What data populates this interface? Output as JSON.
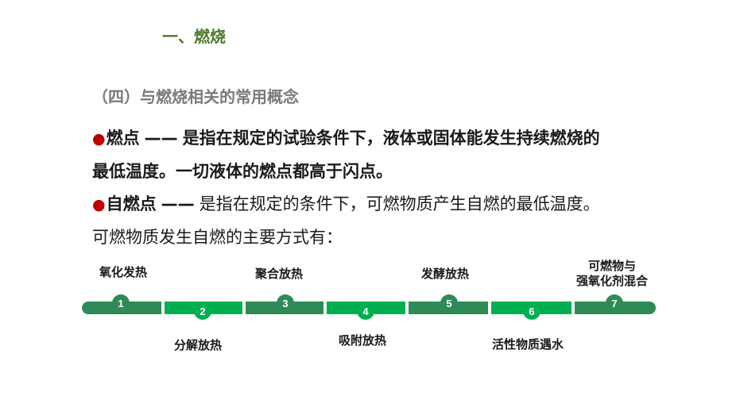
{
  "heading": "一、燃烧",
  "subheading": "（四）与燃烧相关的常用概念",
  "flash_point": {
    "bullet": "●",
    "term": "燃点",
    "dash": "——",
    "line1": "是指在规定的试验条件下，液体或固体能发生持续燃烧的",
    "line2": "最低温度。一切液体的燃点都高于闪点。"
  },
  "autoignition": {
    "bullet": "●",
    "term": "自燃点",
    "dash": "——",
    "line1": "是指在规定的条件下，可燃物质产生自燃的最低温度。",
    "line2": "可燃物质发生自燃的主要方式有："
  },
  "steps": [
    {
      "number": "1",
      "label": "氧化发热"
    },
    {
      "number": "2",
      "label": "分解放热"
    },
    {
      "number": "3",
      "label": "聚合放热"
    },
    {
      "number": "4",
      "label": "吸附放热"
    },
    {
      "number": "5",
      "label": "发酵放热"
    },
    {
      "number": "6",
      "label": "活性物质遇水"
    },
    {
      "number": "7",
      "label_line1": "可燃物与",
      "label_line2": "强氧化剂混合"
    }
  ],
  "colors": {
    "heading": "#4e7a2a",
    "subheading": "#7a7a7a",
    "bullet": "#c00000",
    "timeline_dark": "#2e8b57",
    "timeline_light": "#00b050"
  }
}
